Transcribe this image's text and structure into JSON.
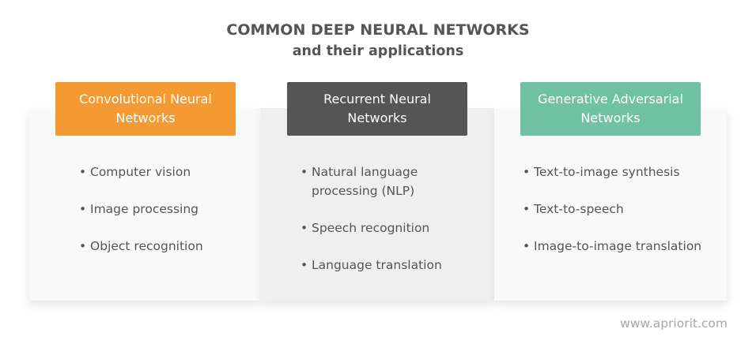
{
  "header": {
    "title": "COMMON DEEP NEURAL NETWORKS",
    "subtitle": "and their applications"
  },
  "columns": [
    {
      "title": "Convolutional Neural Networks",
      "color": "#f39a33",
      "items": [
        "Computer vision",
        "Image processing",
        "Object recognition"
      ]
    },
    {
      "title": "Recurrent Neural Networks",
      "color": "#555555",
      "items": [
        "Natural language processing (NLP)",
        "Speech recognition",
        "Language translation"
      ]
    },
    {
      "title": "Generative Adversarial Networks",
      "color": "#6fc2a3",
      "items": [
        "Text-to-image synthesis",
        "Text-to-speech",
        "Image-to-image translation"
      ]
    }
  ],
  "footer": {
    "url": "www.apriorit.com"
  }
}
